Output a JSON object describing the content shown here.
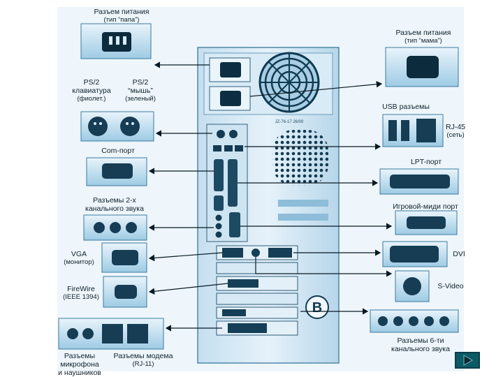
{
  "labels": {
    "power_papa": {
      "title": "Разъем питания",
      "sub": "(тип “папа”)"
    },
    "power_mama": {
      "title": "Разъем питания",
      "sub": "(тип “мама”)"
    },
    "ps2_kbd": {
      "title": "PS/2",
      "line2": "клавиатура",
      "sub": "(фиолет.)"
    },
    "ps2_mouse": {
      "title": "PS/2",
      "line2": "“мышь”",
      "sub": "(зеленый)"
    },
    "usb": "USB разъемы",
    "rj45": {
      "title": "RJ-45",
      "sub": "(сеть)"
    },
    "com": "Com-порт",
    "lpt": "LPT-порт",
    "audio2": {
      "line1": "Разъемы 2-х",
      "line2": "канального звука"
    },
    "game_midi": "Игровой-миди порт",
    "vga": {
      "title": "VGA",
      "sub": "(монитор)"
    },
    "dvi": "DVI",
    "firewire": {
      "title": "FireWire",
      "sub": "(IEEE 1394)"
    },
    "svideo": "S-Video",
    "audio6": {
      "line1": "Разъемы 6-ти",
      "line2": "канального звука"
    },
    "mic": {
      "line1": "Разъемы",
      "line2": "микрофона",
      "line3": "и наушников"
    },
    "modem": {
      "line1": "Разъемы модема",
      "sub": "(RJ-11)"
    },
    "case_code": "JZ-76-17 26/00",
    "case_logo": "B"
  },
  "colors": {
    "tint_dark": "#0e4a66",
    "tint_mid": "#5ba6cf",
    "tint_light": "#cfe7f4",
    "nav_button": "#0b5b66"
  },
  "icons": {
    "nav": "play-next-icon"
  }
}
